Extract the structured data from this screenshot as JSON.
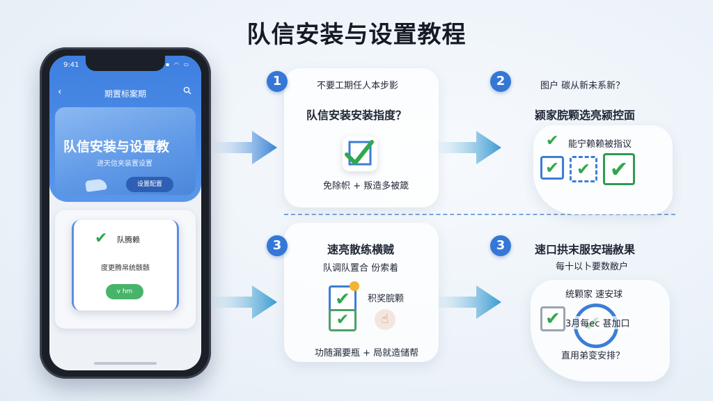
{
  "title": "队信安装与设置教程",
  "phone": {
    "time": "9:41",
    "status_icons": "▪▪ ◠ ▭",
    "nav_title": "期置标案期",
    "banner_title": "队信安装与设置教",
    "banner_subtitle": "进天信夹装置设置",
    "banner_button": "设置配置",
    "card_heading": "队腾赖",
    "card_subtitle": "度更腾帛统骸骸",
    "card_button": "v hm"
  },
  "steps": [
    {
      "badge": "1",
      "line1": "不要工期任人本步影",
      "line2": "队信安装安装指度？",
      "line3": "免除帜 + 叛造多被箴"
    },
    {
      "badge": "2",
      "line1": "图户  碳从新未系新？",
      "line2": "颍家脘颗选亮颍控面",
      "line3": "能宁赖赖被指议"
    },
    {
      "badge": "3",
      "line1": "速亮散练横贼",
      "line2": "队调队置合  份索着",
      "line3": "积奖脘颗",
      "line4": "功随漏要瓶 + 局就造储帮"
    },
    {
      "badge": "3",
      "line1": "速口拱末服安瑞赦果",
      "line2": "每十以卜要数敝户",
      "line3": "统颗家  速安球",
      "line4": "3月每ec  甚加口",
      "line5": "直用弟变安排？"
    }
  ],
  "colors": {
    "accent": "#3477d6",
    "check": "#2fa84f",
    "phone_header": "#3d7fe0"
  }
}
